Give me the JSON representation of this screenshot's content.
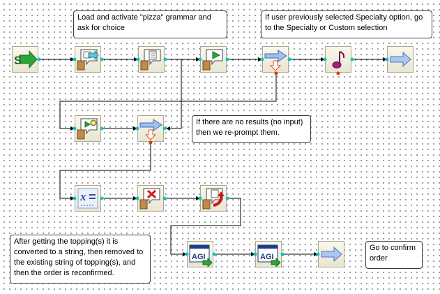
{
  "notes": {
    "load_activate": "Load and activate \"pizza\" grammar and ask for choice",
    "specialty": "If user previously selected Specialty option, go to the Specialty or Custom selection",
    "no_results": "If there are no results (no input) then we re-prompt them.",
    "topping": "After getting the topping(s) it is converted to a string, then removed to the existing string of topping(s), and then the order is reconfirmed.",
    "confirm": "Go to confirm order"
  },
  "icons": {
    "start": "start-s-arrow-icon",
    "grammar": "grammar-prompt-icon",
    "document": "document-prompt-icon",
    "play": "play-prompt-icon",
    "branch": "branch-arrow-icon",
    "music": "music-note-icon",
    "goto": "goto-arrow-icon",
    "gear": "gear-prompt-icon",
    "variable": "variable-x-icon",
    "error": "error-x-prompt-icon",
    "return": "return-arrow-prompt-icon",
    "agi": "agi-window-icon"
  },
  "labels": {
    "start_letter": "S",
    "agi": "AGI",
    "var": "x"
  },
  "colors": {
    "connector": "#00c8c8",
    "start": "#2ea43b",
    "goto": "#5a8cdc",
    "music": "#a0207c",
    "error": "#d01818",
    "exit_dot": "#d04010"
  }
}
